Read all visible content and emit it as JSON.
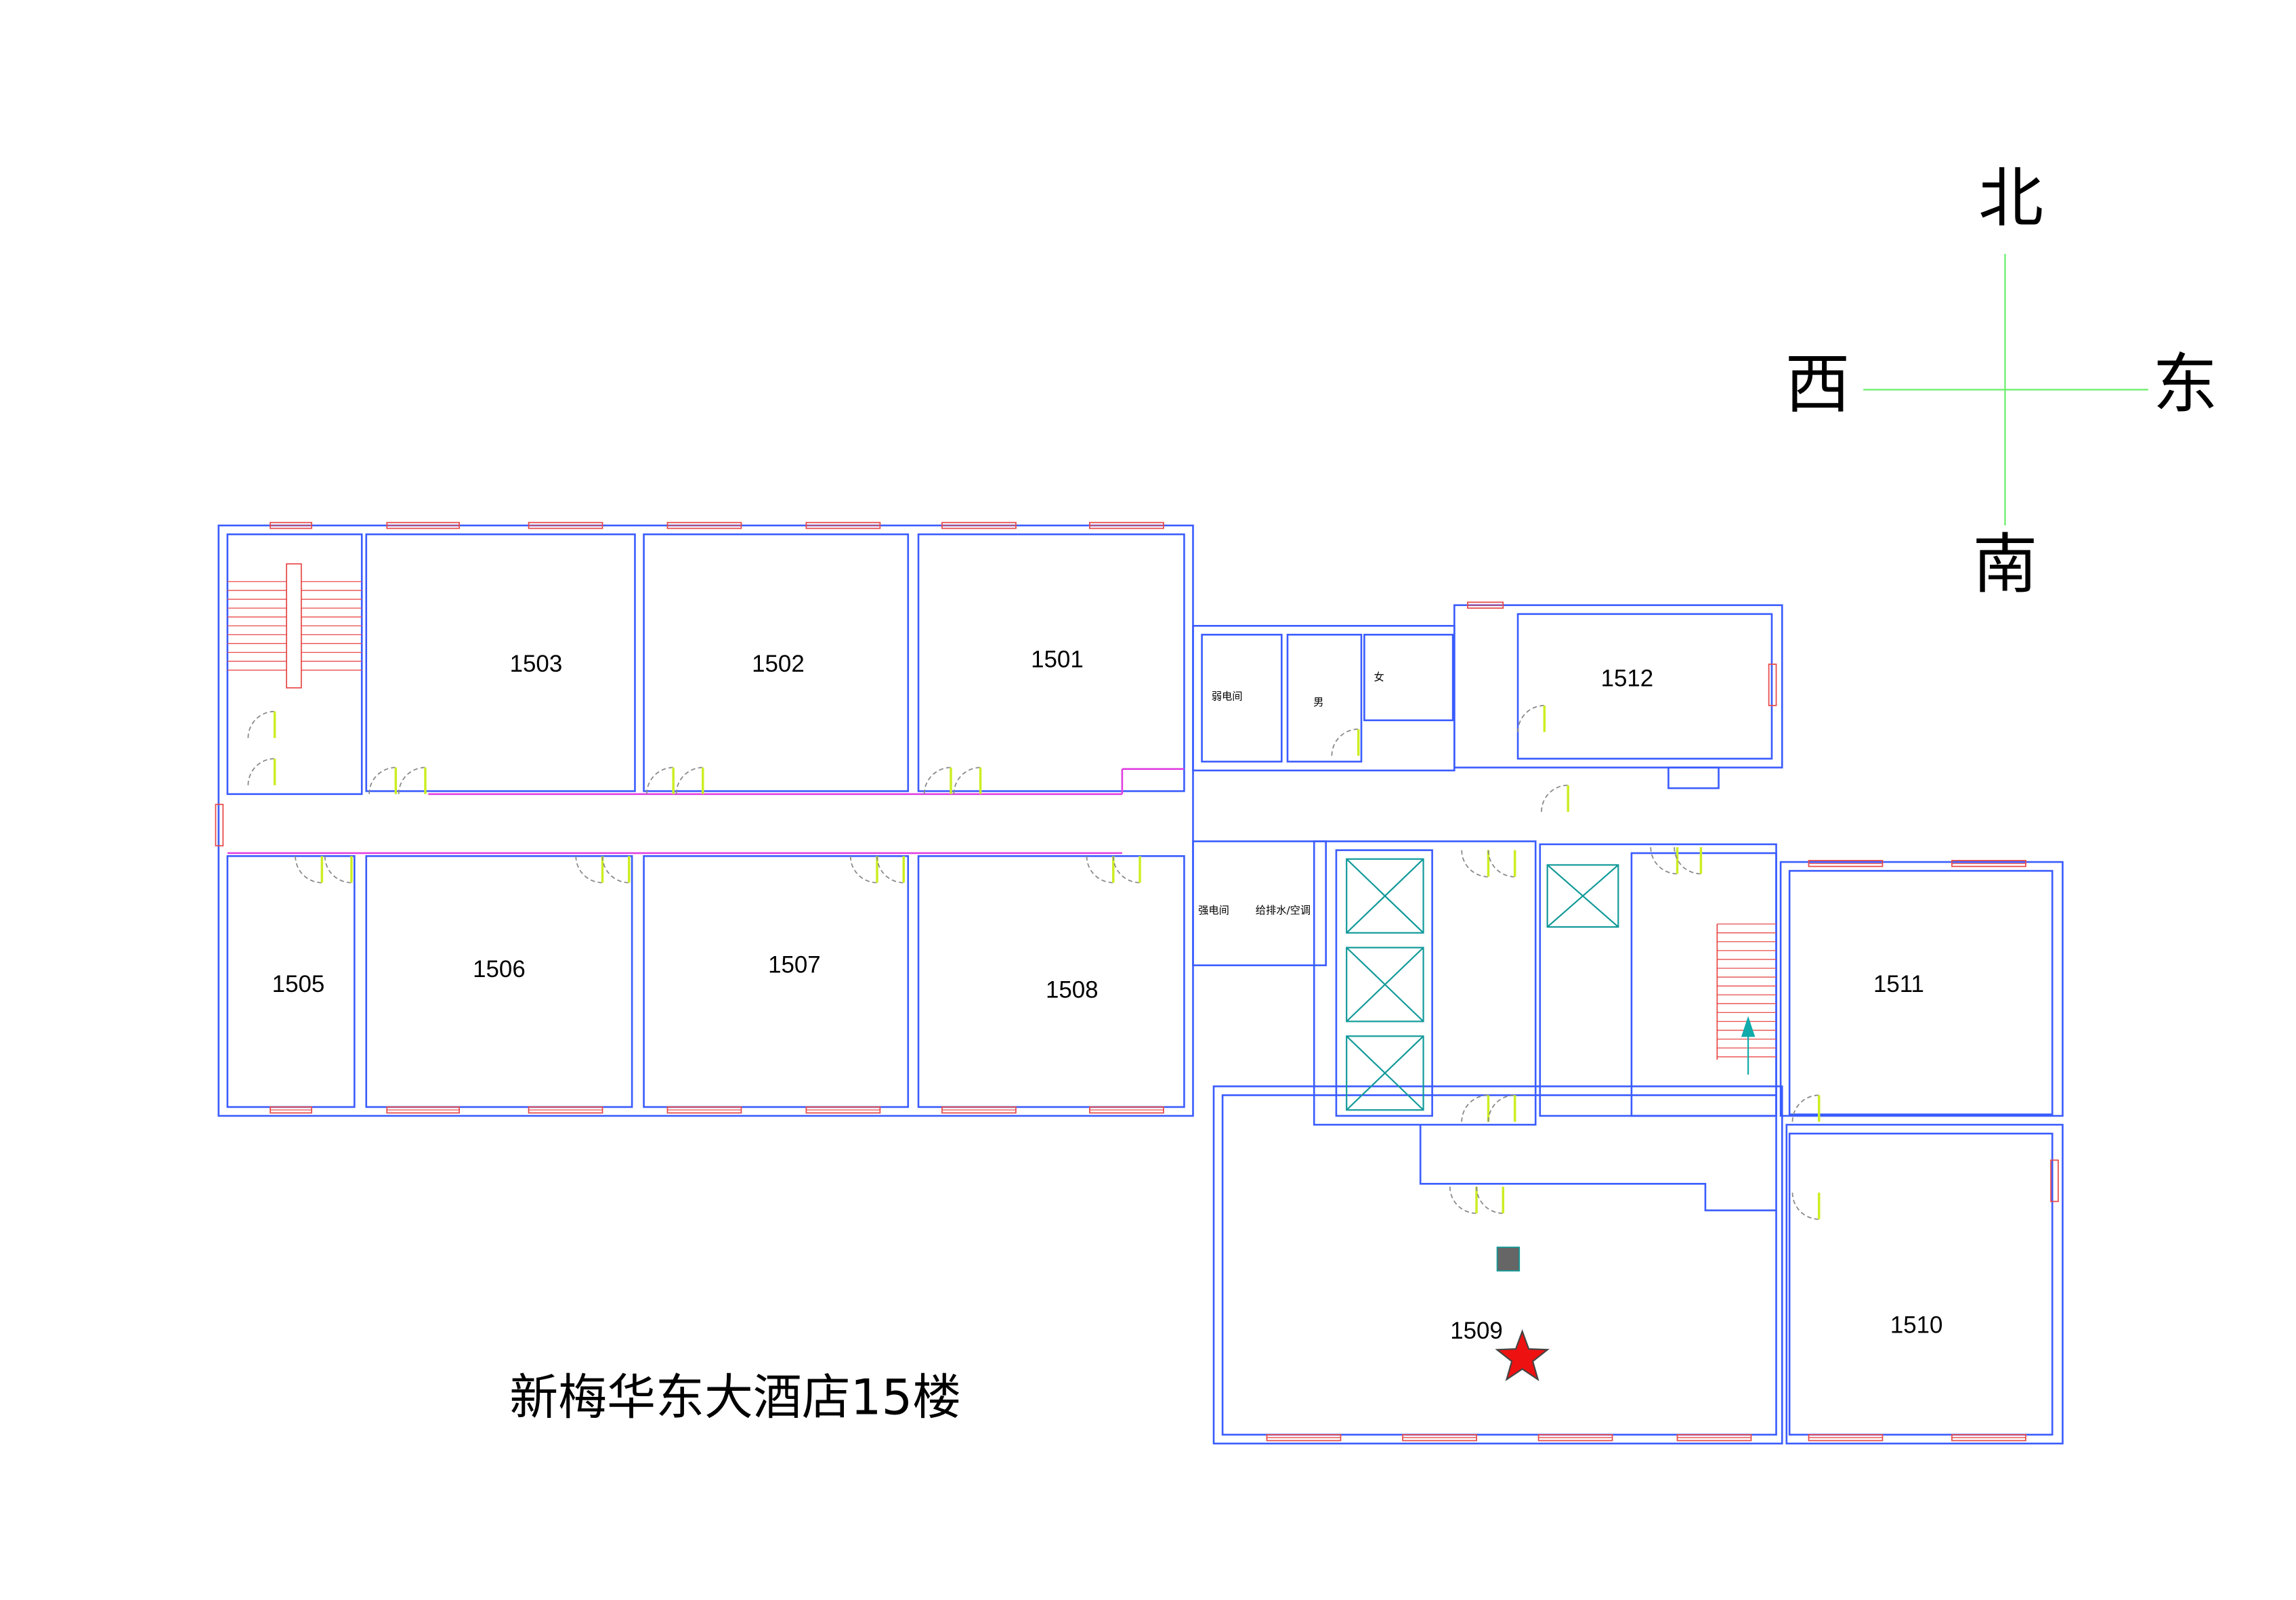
{
  "title": "新梅华东大酒店15楼",
  "compass": {
    "north": "北",
    "south": "南",
    "east": "东",
    "west": "西"
  },
  "rooms": {
    "r1501": "1501",
    "r1502": "1502",
    "r1503": "1503",
    "r1505": "1505",
    "r1506": "1506",
    "r1507": "1507",
    "r1508": "1508",
    "r1509": "1509",
    "r1510": "1510",
    "r1511": "1511",
    "r1512": "1512"
  },
  "utility_rooms": {
    "weak_current": "弱电间",
    "strong_current": "强电间",
    "plumbing_hvac": "给排水/空调",
    "men": "男",
    "women": "女"
  },
  "colors": {
    "wall": "#3a5cff",
    "window": "#e84a4a",
    "marker_star": "#ee1111",
    "compass_line": "#66ee66"
  }
}
